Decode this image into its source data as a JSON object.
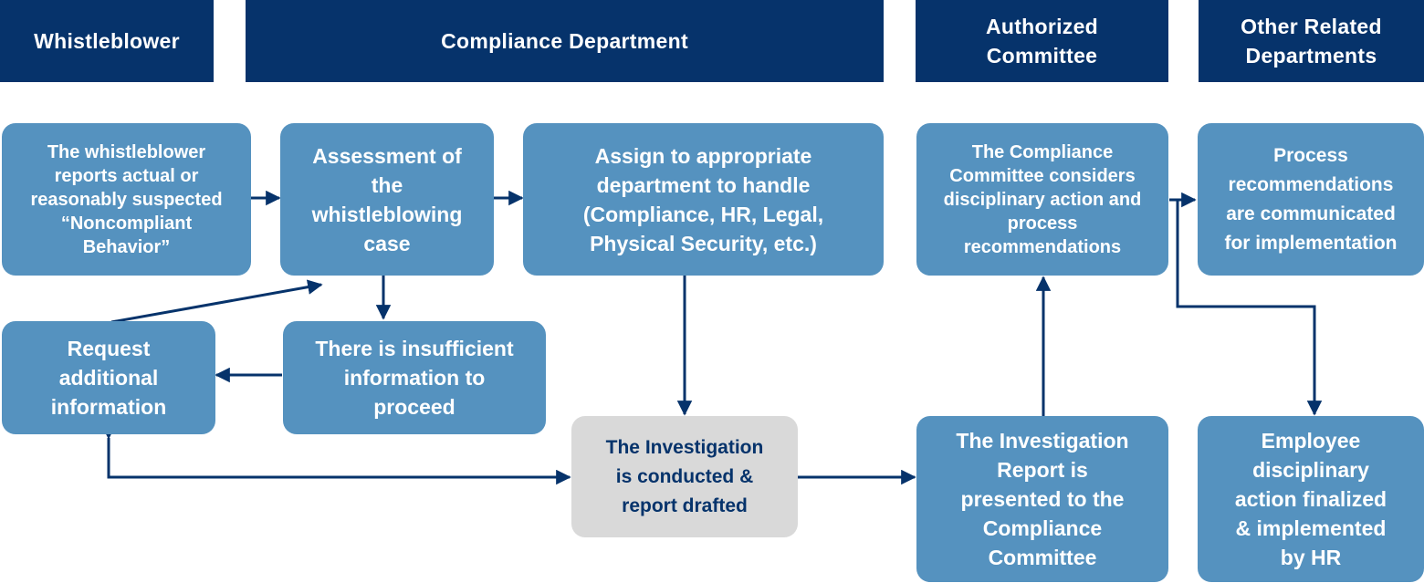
{
  "colors": {
    "header_bg": "#06336b",
    "box_bg": "#5592bf",
    "gray_box_bg": "#d9d9d9",
    "gray_box_text": "#06336b",
    "arrow": "#06336b"
  },
  "headers": {
    "whistleblower": "Whistleblower",
    "compliance": "Compliance Department",
    "committee": "Authorized\nCommittee",
    "other": "Other Related\nDepartments"
  },
  "boxes": {
    "report": "The whistleblower\nreports actual or\nreasonably suspected\n“Noncompliant\nBehavior”",
    "assessment": "Assessment of\nthe\nwhistleblowing\ncase",
    "assign": "Assign to appropriate\ndepartment to handle\n(Compliance, HR, Legal,\nPhysical Security, etc.)",
    "committee_considers": "The Compliance\nCommittee considers\ndisciplinary action and\nprocess\nrecommendations",
    "process_recs": "Process\nrecommendations\nare communicated\nfor implementation",
    "request_info": "Request\nadditional\ninformation",
    "insufficient": "There is insufficient\ninformation to\nproceed",
    "investigation": "The Investigation\nis conducted &\nreport drafted",
    "report_presented": "The Investigation\nReport is\npresented to the\nCompliance\nCommittee",
    "disciplinary": "Employee\ndisciplinary\naction finalized\n& implemented\nby HR"
  }
}
